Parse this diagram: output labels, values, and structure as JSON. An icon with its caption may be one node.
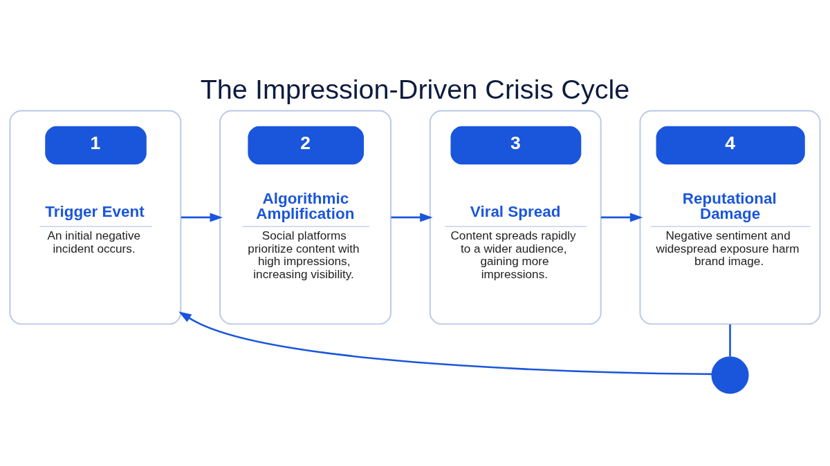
{
  "diagram": {
    "title": "The Impression-Driven Crisis Cycle",
    "nodes": [
      {
        "text": [
          "1",
          "Trigger Event",
          "An initial negative incident occurs."
        ]
      },
      {
        "text": [
          "2",
          "Algorithmic Amplification",
          "Social platforms prioritize content with high impressions, increasing visibility."
        ]
      },
      {
        "text": [
          "3",
          "Viral Spread",
          "Content spreads rapidly to a wider audience, gaining more impressions."
        ]
      },
      {
        "text": [
          "4",
          "Reputational Damage",
          "Negative sentiment and widespread exposure harm brand image."
        ]
      },
      {
        "text": [],
        "shape": "circle"
      }
    ],
    "edges": [
      {
        "from": 0,
        "to": 1,
        "arrow": "to"
      },
      {
        "from": 1,
        "to": 2,
        "arrow": "to"
      },
      {
        "from": 2,
        "to": 3,
        "arrow": "to"
      },
      {
        "from": 3,
        "to": 4,
        "arrow": "none"
      },
      {
        "from": 4,
        "to": 0,
        "arrow": "to"
      }
    ]
  }
}
